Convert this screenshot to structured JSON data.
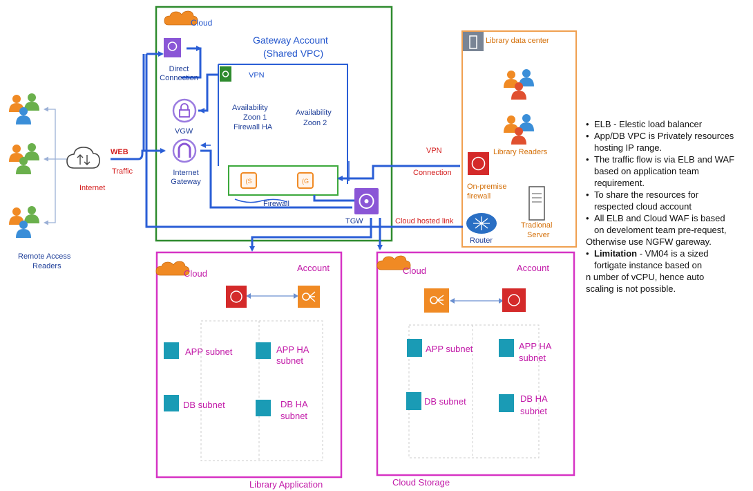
{
  "gateway": {
    "cloud_label": "Cloud",
    "title_line1": "Gateway Account",
    "title_line2": "(Shared VPC)",
    "direct_connection": "Direct Connection",
    "vgw": "VGW",
    "internet_gateway": "Internet Gateway",
    "vpn": "VPN",
    "az1_line1": "Availability",
    "az1_line2": "Zoon 1",
    "az1_line3": "Firewall HA",
    "az2_line1": "Availability",
    "az2_line2": "Zoon 2",
    "firewall": "Firewall",
    "tgw": "TGW"
  },
  "left": {
    "remote_line1": "Remote Access",
    "remote_line2": "Readers",
    "internet": "Internet",
    "web": "WEB",
    "traffic": "Traffic"
  },
  "datacenter": {
    "title": "Library data center",
    "library_readers": "Library Readers",
    "onprem_line1": "On-premise",
    "onprem_line2": "firewall",
    "router": "Router",
    "server_line1": "Tradional",
    "server_line2": "Server",
    "vpn": "VPN",
    "connection": "Connection",
    "cloud_hosted_link": "Cloud hosted link"
  },
  "library_app": {
    "cloud": "Cloud",
    "account": "Account",
    "app_subnet": "APP subnet",
    "app_ha_line1": "APP HA",
    "app_ha_line2": "subnet",
    "db_subnet": "DB subnet",
    "db_ha_line1": "DB HA",
    "db_ha_line2": "subnet",
    "footer": "Library Application"
  },
  "cloud_storage": {
    "cloud": "Cloud",
    "account": "Account",
    "app_subnet": "APP subnet",
    "app_ha_line1": "APP HA",
    "app_ha_line2": "subnet",
    "db_subnet": "DB subnet",
    "db_ha_line1": "DB HA",
    "db_ha_line2": "subnet",
    "footer": "Cloud Storage"
  },
  "notes": {
    "b1": "ELB - Elestic load balancer",
    "b2_l1": "App/DB VPC is Privately resources",
    "b2_l2": "hosting IP range.",
    "b3_l1": "The traffic flow is via ELB and WAF",
    "b3_l2": "based on application team",
    "b3_l3": "requirement.",
    "b4_l1": "To share the resources for",
    "b4_l2": "respected cloud account",
    "b5_l1": "All ELB and Cloud WAF is based",
    "b5_l2": "on develoment team pre-request,",
    "b5_l3": "Otherwise use NGFW gareway.",
    "b6_bold": "Limitation",
    "b6_l1": " - VM04 is a sized",
    "b6_l2": "fortigate instance based on",
    "b6_l3": "n umber of vCPU, hence auto",
    "b6_l4": "scaling is  not possible."
  },
  "colors": {
    "gateway_border": "#2e8b2e",
    "datacenter_border": "#f0a050",
    "account_border": "#d633c4",
    "line_blue": "#2a5ed6",
    "firewall_red": "#d42a2a",
    "elb_orange": "#f08a24",
    "subnet_teal": "#1a9bb5",
    "people_orange": "#f08a24",
    "people_green": "#6ab04c",
    "people_blue": "#3a8ed8"
  }
}
